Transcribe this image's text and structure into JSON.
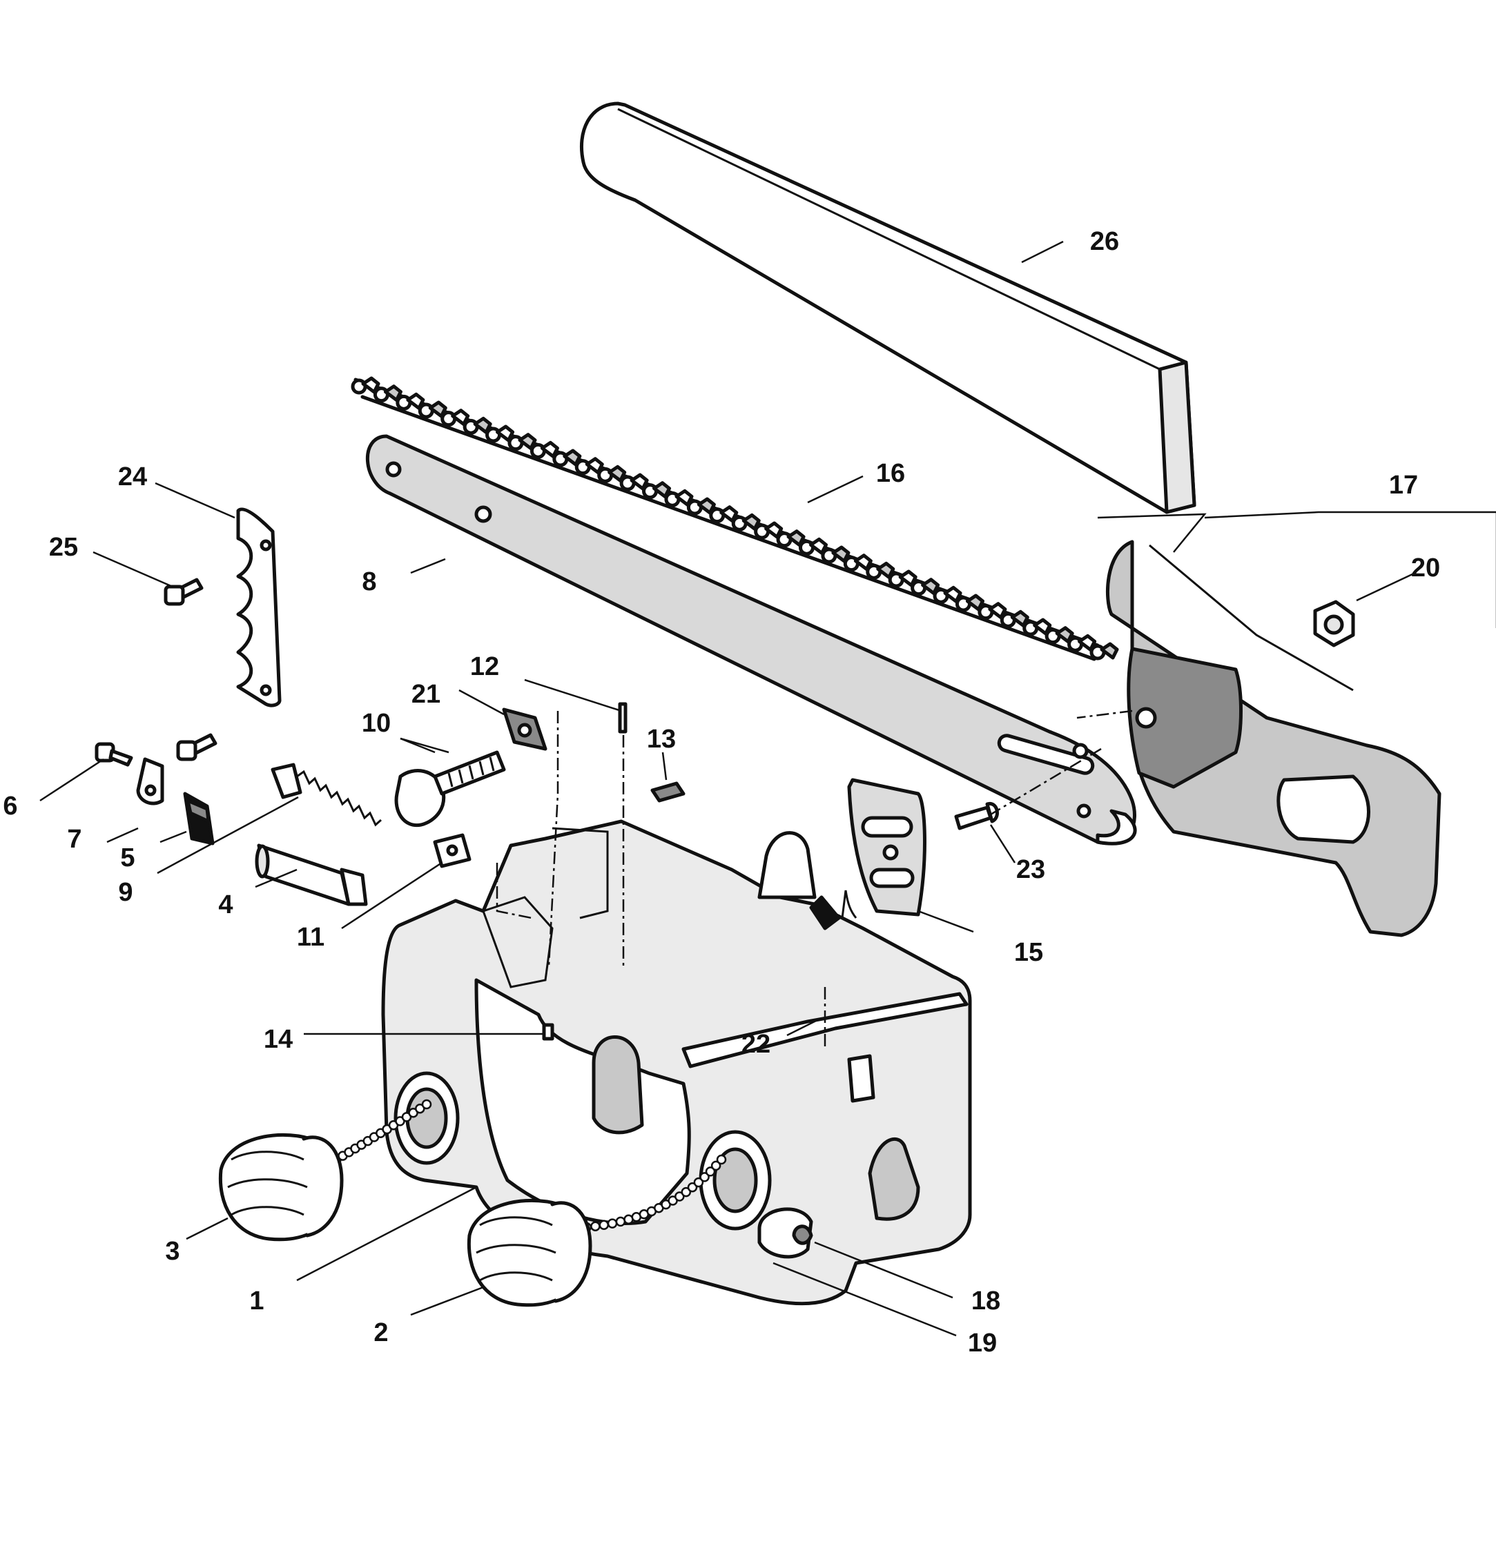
{
  "diagram": {
    "callouts": [
      {
        "id": "c1",
        "text": "1"
      },
      {
        "id": "c2",
        "text": "2"
      },
      {
        "id": "c3",
        "text": "3"
      },
      {
        "id": "c4",
        "text": "4"
      },
      {
        "id": "c5",
        "text": "5"
      },
      {
        "id": "c6",
        "text": "6"
      },
      {
        "id": "c7",
        "text": "7"
      },
      {
        "id": "c8",
        "text": "8"
      },
      {
        "id": "c9",
        "text": "9"
      },
      {
        "id": "c10",
        "text": "10"
      },
      {
        "id": "c11",
        "text": "11"
      },
      {
        "id": "c12",
        "text": "12"
      },
      {
        "id": "c13",
        "text": "13"
      },
      {
        "id": "c14",
        "text": "14"
      },
      {
        "id": "c15",
        "text": "15"
      },
      {
        "id": "c16",
        "text": "16"
      },
      {
        "id": "c17",
        "text": "17"
      },
      {
        "id": "c18",
        "text": "18"
      },
      {
        "id": "c19",
        "text": "19"
      },
      {
        "id": "c20",
        "text": "20"
      },
      {
        "id": "c21",
        "text": "21"
      },
      {
        "id": "c22",
        "text": "22"
      },
      {
        "id": "c23",
        "text": "23"
      },
      {
        "id": "c24",
        "text": "24"
      },
      {
        "id": "c25",
        "text": "25"
      },
      {
        "id": "c26",
        "text": "26"
      }
    ],
    "colors": {
      "outline": "#111111",
      "part_fill": "#ffffff",
      "shade_light": "#e6e6e6",
      "shade_mid": "#c8c8c8",
      "shade_dark": "#8a8a8a",
      "background": "#ffffff"
    }
  }
}
